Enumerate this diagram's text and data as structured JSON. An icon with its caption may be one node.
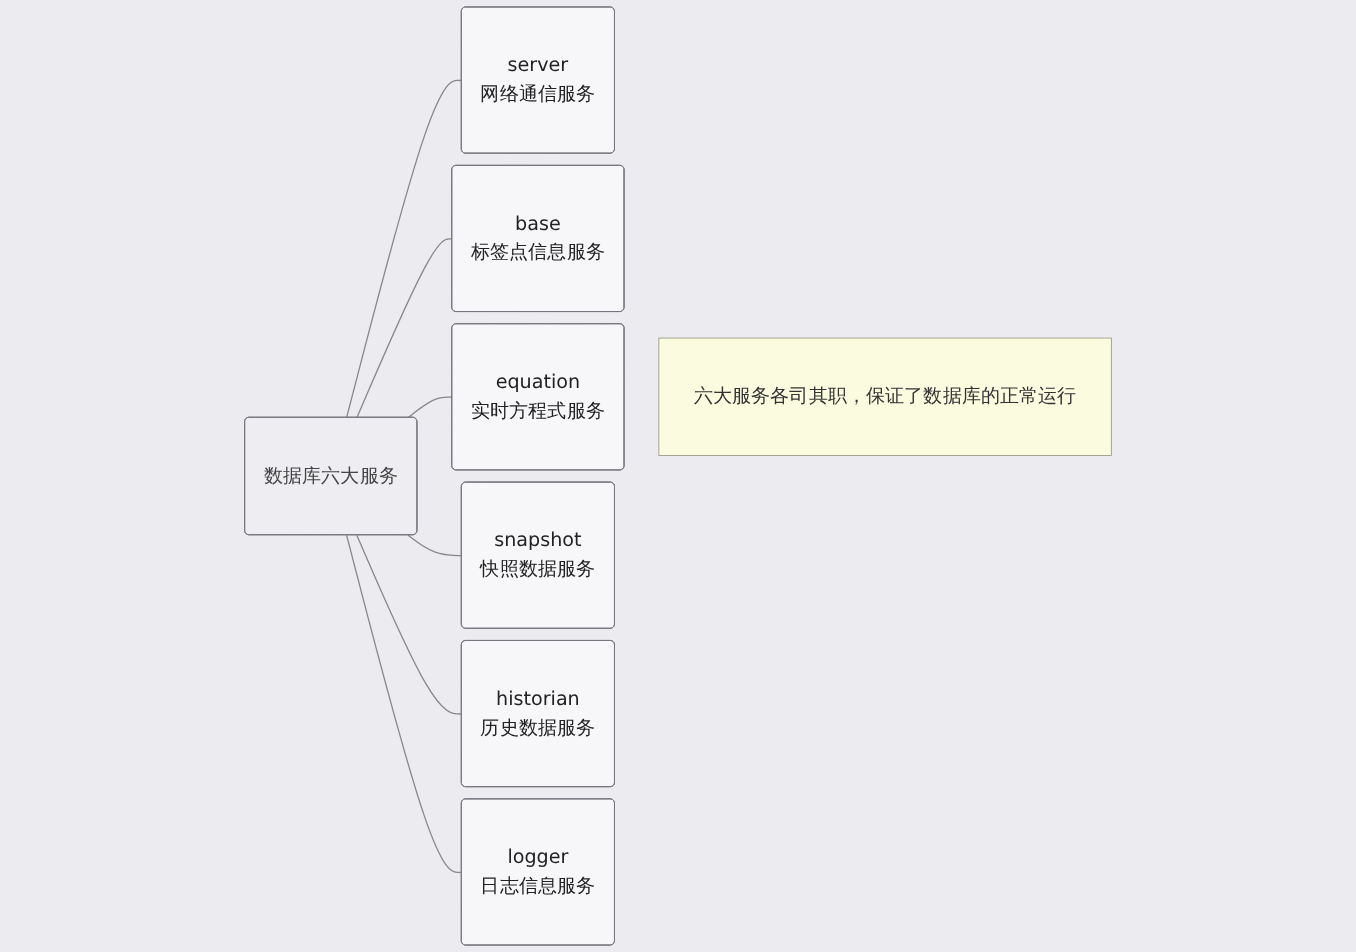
{
  "diagram": {
    "nodes": [
      {
        "text": [
          "数据库六大服务"
        ]
      },
      {
        "text": [
          "server",
          "网络通信服务"
        ]
      },
      {
        "text": [
          "base",
          "标签点信息服务"
        ]
      },
      {
        "text": [
          "equation",
          "实时方程式服务"
        ]
      },
      {
        "text": [
          "snapshot",
          "快照数据服务"
        ]
      },
      {
        "text": [
          "historian",
          "历史数据服务"
        ]
      },
      {
        "text": [
          "logger",
          "日志信息服务"
        ]
      },
      {
        "text": [
          "六大服务各司其职，保证了数据库的正常运行"
        ]
      }
    ],
    "edges": [
      {
        "from": 0,
        "to": 1,
        "arrow": "none"
      },
      {
        "from": 0,
        "to": 2,
        "arrow": "none"
      },
      {
        "from": 0,
        "to": 3,
        "arrow": "none"
      },
      {
        "from": 0,
        "to": 4,
        "arrow": "none"
      },
      {
        "from": 0,
        "to": 5,
        "arrow": "none"
      },
      {
        "from": 0,
        "to": 6,
        "arrow": "none"
      }
    ]
  }
}
